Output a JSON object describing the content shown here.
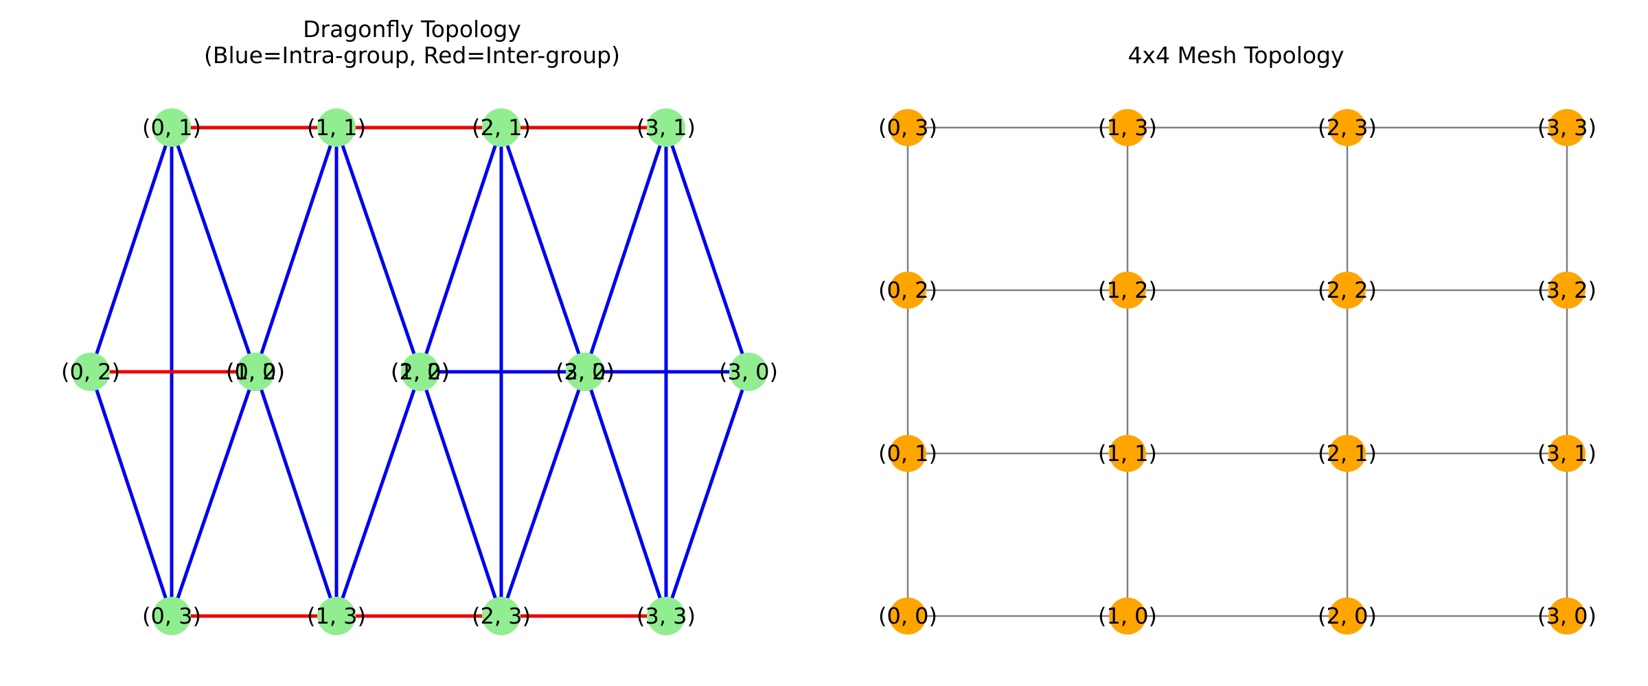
{
  "dragonfly": {
    "title_line1": "Dragonfly Topology",
    "title_line2": "(Blue=Intra-group, Red=Inter-group)",
    "node_color": "#90ee90",
    "intra_color": "#0000ee",
    "inter_color": "#ee0000",
    "nodes": [
      {
        "label": "(0, 1)"
      },
      {
        "label": "(1, 1)"
      },
      {
        "label": "(2, 1)"
      },
      {
        "label": "(3, 1)"
      },
      {
        "label": "(0, 2)"
      },
      {
        "label": "(0, 0)"
      },
      {
        "label": "(1, 2)"
      },
      {
        "label": "(1, 0)"
      },
      {
        "label": "(2, 2)"
      },
      {
        "label": "(3, 2)"
      },
      {
        "label": "(2, 0)"
      },
      {
        "label": "(3, 0)"
      },
      {
        "label": "(0, 3)"
      },
      {
        "label": "(1, 3)"
      },
      {
        "label": "(2, 3)"
      },
      {
        "label": "(3, 3)"
      }
    ]
  },
  "mesh": {
    "title": "4x4 Mesh Topology",
    "node_color": "#ffa500",
    "edge_color": "#808080",
    "size": 4,
    "nodes": [
      {
        "label": "(0, 3)"
      },
      {
        "label": "(1, 3)"
      },
      {
        "label": "(2, 3)"
      },
      {
        "label": "(3, 3)"
      },
      {
        "label": "(0, 2)"
      },
      {
        "label": "(1, 2)"
      },
      {
        "label": "(2, 2)"
      },
      {
        "label": "(3, 2)"
      },
      {
        "label": "(0, 1)"
      },
      {
        "label": "(1, 1)"
      },
      {
        "label": "(2, 1)"
      },
      {
        "label": "(3, 1)"
      },
      {
        "label": "(0, 0)"
      },
      {
        "label": "(1, 0)"
      },
      {
        "label": "(2, 0)"
      },
      {
        "label": "(3, 0)"
      }
    ]
  }
}
